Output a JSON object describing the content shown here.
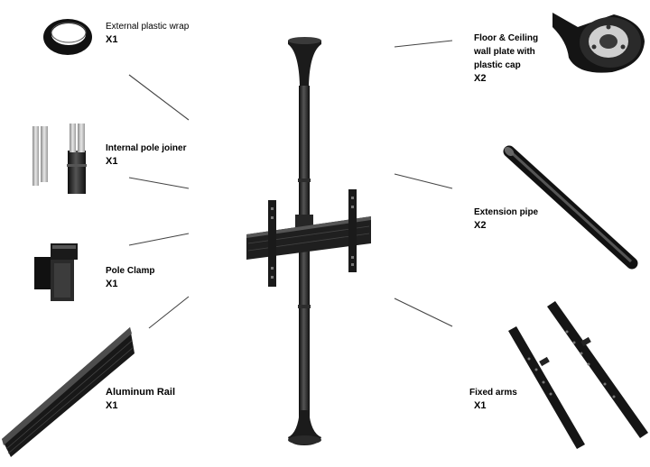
{
  "parts": [
    {
      "id": "plastic-wrap",
      "name": "External plastic wrap",
      "qty": "X1"
    },
    {
      "id": "pole-joiner",
      "name": "Internal pole joiner",
      "qty": "X1"
    },
    {
      "id": "pole-clamp",
      "name": "Pole Clamp",
      "qty": "X1"
    },
    {
      "id": "aluminum-rail",
      "name": "Aluminum Rail",
      "qty": "X1"
    },
    {
      "id": "wall-plate",
      "name_lines": [
        "Floor & Ceiling",
        "wall plate with",
        "plastic cap"
      ],
      "qty": "X2"
    },
    {
      "id": "extension-pipe",
      "name": "Extension pipe",
      "qty": "X2"
    },
    {
      "id": "fixed-arms",
      "name": "Fixed arms",
      "qty": "X1"
    }
  ],
  "colors": {
    "metal": "#1d1d1d",
    "highlight": "#6a6a6a",
    "leader": "#444444",
    "silver": "#c8c8c8"
  }
}
